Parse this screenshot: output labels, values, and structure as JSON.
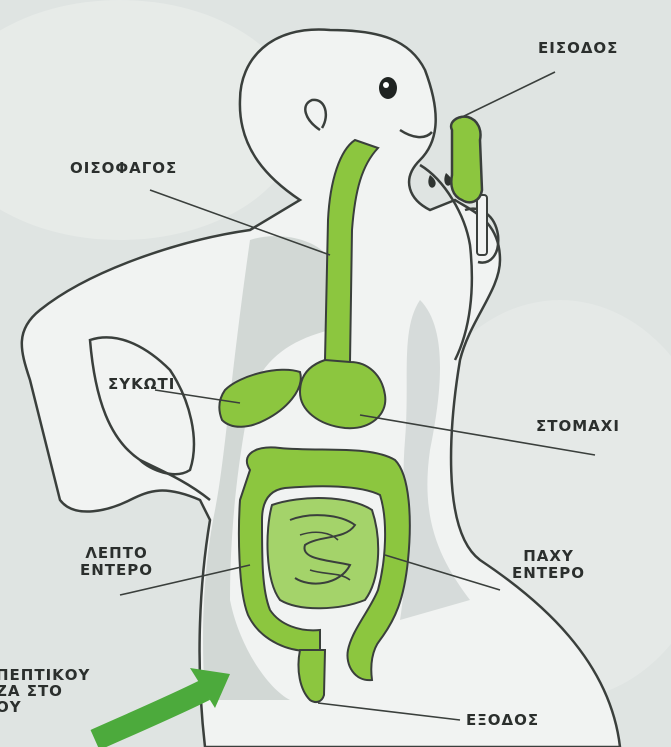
{
  "labels": {
    "entrance": "ΕΙΣΟΔΟΣ",
    "esophagus": "ΟΙΣΟΦΑΓΟΣ",
    "liver": "ΣΥΚΩΤΙ",
    "stomach": "ΣΤΟΜΑΧΙ",
    "small_intestine": [
      "ΛΕΠΤΟ",
      "ΕΝΤΕΡΟ"
    ],
    "large_intestine": [
      "ΠΑΧΥ",
      "ΕΝΤΕΡΟ"
    ],
    "exit": "ΕΞΟΔΟΣ"
  },
  "caption_fragment": [
    "ΠΕΠΤΙΚΟΥ",
    "ΖΑ ΣΤΟ",
    "ΟΥ"
  ],
  "colors": {
    "organ_green": "#8cc63f",
    "outline": "#3a3f3c",
    "shadow": "#9fa8a4",
    "background": "#dfe4e2",
    "arrow_green": "#4caa3c"
  }
}
